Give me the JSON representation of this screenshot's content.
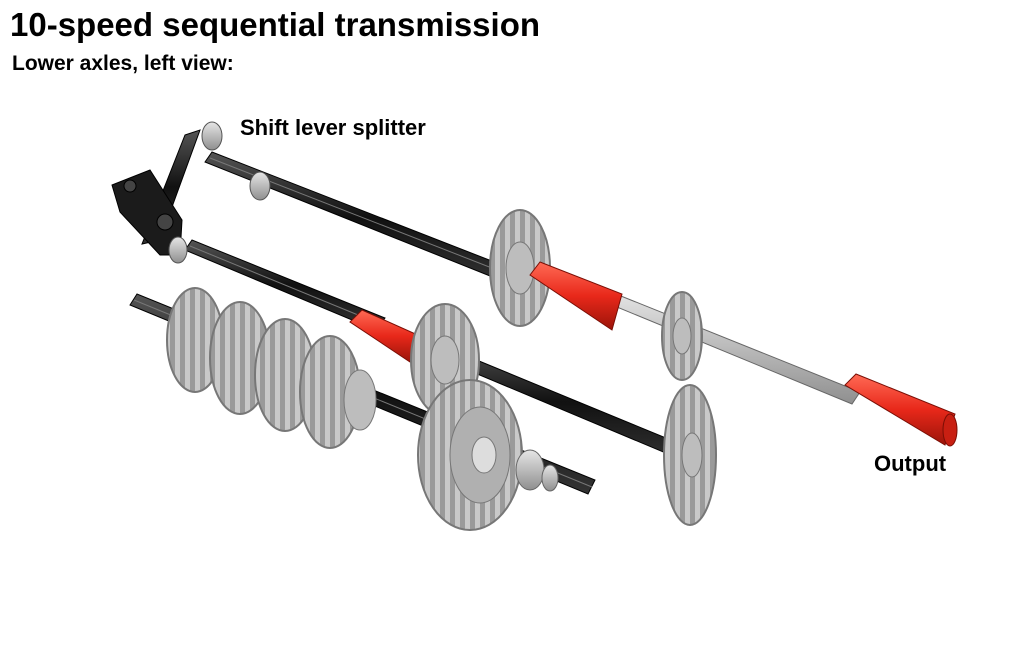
{
  "title": "10-speed sequential transmission",
  "subtitle": "Lower axles, left view:",
  "labels": {
    "shift_lever_splitter": "Shift lever splitter",
    "output": "Output"
  },
  "colors": {
    "axle_black": "#1b1b1b",
    "gear_gray": "#bdbdbd",
    "connector_red": "#e8281a",
    "axle_gray": "#a9a9a9"
  }
}
